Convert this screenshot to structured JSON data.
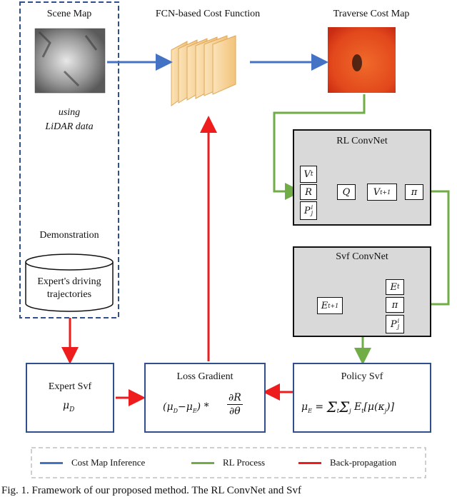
{
  "scene_map": {
    "title": "Scene Map",
    "caption_line1": "using",
    "caption_line2": "LiDAR data"
  },
  "demonstration": {
    "title": "Demonstration",
    "db_line1": "Expert's driving",
    "db_line2": "trajectories"
  },
  "fcn": {
    "title": "FCN-based Cost Function"
  },
  "traverse": {
    "title": "Traverse Cost Map"
  },
  "rl_convnet": {
    "title": "RL ConvNet",
    "nodes": {
      "v": "Vt",
      "r": "R",
      "p": "Pji",
      "q": "Q",
      "vnext": "Vt+1",
      "pi": "π"
    }
  },
  "svf_convnet": {
    "title": "Svf ConvNet",
    "nodes": {
      "e": "Et",
      "pi": "π",
      "p": "Pji",
      "enext": "Et+1"
    }
  },
  "expert_svf": {
    "title": "Expert Svf",
    "formula": "μD"
  },
  "loss_gradient": {
    "title": "Loss Gradient",
    "formula": "(μD−μE) * ∂R/∂θ"
  },
  "policy_svf": {
    "title": "Policy Svf",
    "formula": "μE = Σt Σj Et[μ(κj)]"
  },
  "legend": {
    "items": [
      {
        "label": "Cost Map Inference",
        "color": "#4472c4"
      },
      {
        "label": "RL Process",
        "color": "#70ad47"
      },
      {
        "label": "Back-propagation",
        "color": "#ee1c1c"
      }
    ]
  },
  "caption_fragment": "Fig. 1.   Framework of our proposed method. The RL ConvNet and Svf"
}
